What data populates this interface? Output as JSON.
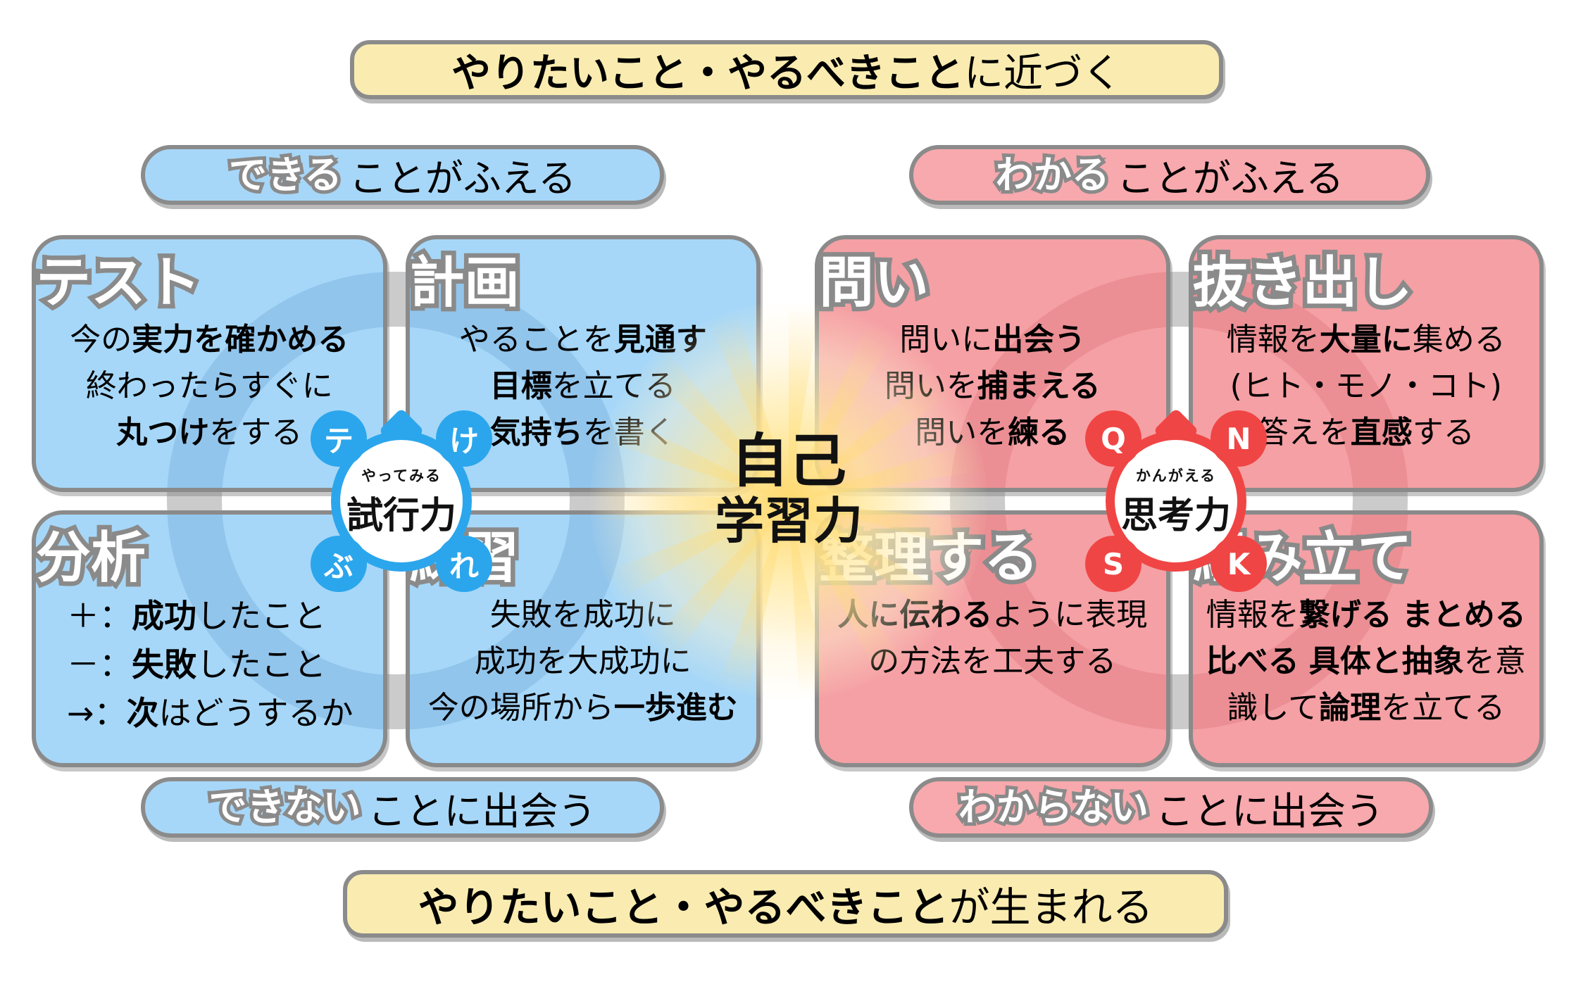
{
  "title_top": {
    "bold": "やりたいこと・やるべきこと",
    "rest": "に近づく"
  },
  "title_bottom": {
    "bold": "やりたいこと・やるべきこと",
    "rest": "が生まれる"
  },
  "side_banners": {
    "blue_top": {
      "highlight": "できる",
      "rest": "ことがふえる"
    },
    "pink_top": {
      "highlight": "わかる",
      "rest": "ことがふえる"
    },
    "blue_bottom": {
      "highlight": "できない",
      "rest": "ことに出会う"
    },
    "pink_bottom": {
      "highlight": "わからない",
      "rest": "ことに出会う"
    }
  },
  "center": {
    "line1": "自己",
    "line2": "学習力"
  },
  "badges": {
    "blue": {
      "ruby": "やってみる",
      "label": "試行力",
      "corners": {
        "tl": "テ",
        "tr": "け",
        "bl": "ぶ",
        "br": "れ"
      }
    },
    "red": {
      "ruby": "かんがえる",
      "label": "思考力",
      "corners": {
        "tl": "Q",
        "tr": "N",
        "bl": "S",
        "br": "K"
      }
    }
  },
  "cards": [
    {
      "id": "test",
      "group": "blue",
      "title": "テスト",
      "lines": [
        [
          {
            "t": "今の"
          },
          {
            "t": "実力を確かめる",
            "b": true
          }
        ],
        [
          {
            "t": "終わったらすぐに"
          }
        ],
        [
          {
            "t": "丸つけ",
            "b": true
          },
          {
            "t": "をする"
          }
        ]
      ]
    },
    {
      "id": "plan",
      "group": "blue",
      "title": "計画",
      "lines": [
        [
          {
            "t": "やることを"
          },
          {
            "t": "見通す",
            "b": true
          }
        ],
        [
          {
            "t": "目標",
            "b": true
          },
          {
            "t": "を立てる"
          }
        ],
        [
          {
            "t": "気持ち",
            "b": true
          },
          {
            "t": "を書く"
          }
        ]
      ]
    },
    {
      "id": "analysis",
      "group": "blue",
      "title": "分析",
      "lines": [
        [
          {
            "t": "＋："
          },
          {
            "t": "成功",
            "b": true
          },
          {
            "t": "したこと"
          }
        ],
        [
          {
            "t": "－："
          },
          {
            "t": "失敗",
            "b": true
          },
          {
            "t": "したこと"
          }
        ],
        [
          {
            "t": "→："
          },
          {
            "t": "次",
            "b": true
          },
          {
            "t": "はどうするか"
          }
        ]
      ]
    },
    {
      "id": "practice",
      "group": "blue",
      "title": "練習",
      "lines": [
        [
          {
            "t": "失敗を成功に"
          }
        ],
        [
          {
            "t": "成功を大成功に"
          }
        ],
        [
          {
            "t": "今の場所から"
          },
          {
            "t": "一歩進む",
            "b": true
          }
        ]
      ]
    },
    {
      "id": "question",
      "group": "pink",
      "title": "問い",
      "lines": [
        [
          {
            "t": "問いに"
          },
          {
            "t": "出会う",
            "b": true
          }
        ],
        [
          {
            "t": "問いを"
          },
          {
            "t": "捕まえる",
            "b": true
          }
        ],
        [
          {
            "t": "問いを"
          },
          {
            "t": "練る",
            "b": true
          }
        ]
      ]
    },
    {
      "id": "extract",
      "group": "pink",
      "title": "抜き出し",
      "lines": [
        [
          {
            "t": "情報を"
          },
          {
            "t": "大量に",
            "b": true
          },
          {
            "t": "集める"
          }
        ],
        [
          {
            "t": "(ヒト・モノ・コト)"
          }
        ],
        [
          {
            "t": "答えを"
          },
          {
            "t": "直感",
            "b": true
          },
          {
            "t": "する"
          }
        ]
      ]
    },
    {
      "id": "organize",
      "group": "pink",
      "title": "整理する",
      "lines": [
        [
          {
            "t": "人に伝わる",
            "b": true
          },
          {
            "t": "ように表現"
          }
        ],
        [
          {
            "t": "の方法を工夫する"
          }
        ]
      ]
    },
    {
      "id": "construct",
      "group": "pink",
      "title": "組み立て",
      "lines": [
        [
          {
            "t": "情報を"
          },
          {
            "t": "繋げる",
            "b": true
          },
          {
            "t": " "
          },
          {
            "t": "まとめる",
            "b": true
          }
        ],
        [
          {
            "t": "比べる",
            "b": true
          },
          {
            "t": " "
          },
          {
            "t": "具体と抽象",
            "b": true
          },
          {
            "t": "を意"
          }
        ],
        [
          {
            "t": "識して"
          },
          {
            "t": "論理",
            "b": true
          },
          {
            "t": "を立てる"
          }
        ]
      ]
    }
  ],
  "colors": {
    "yellow_banner": "#FAECB0",
    "blue_light": "#A6D7F8",
    "pink_light": "#F5A0A4",
    "blue_accent": "#2BA6EC",
    "red_accent": "#F04545",
    "border_gray": "#8B8B8B",
    "ring_gray": "#CBCBCB"
  }
}
